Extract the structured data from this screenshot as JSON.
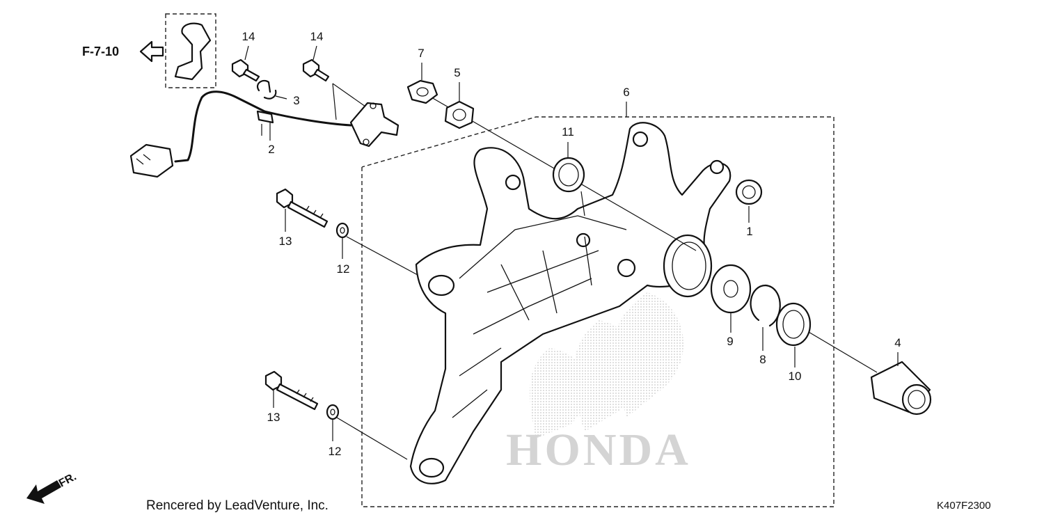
{
  "diagram": {
    "reference_label": "F-7-10",
    "footer_credit": "Rencered by LeadVenture, Inc.",
    "drawing_code": "K407F2300",
    "front_marker": "FR.",
    "watermark": "HONDA",
    "callouts": {
      "c1": "1",
      "c2": "2",
      "c3": "3",
      "c4": "4",
      "c5": "5",
      "c6": "6",
      "c7": "7",
      "c8": "8",
      "c9": "9",
      "c10": "10",
      "c11": "11",
      "c12a": "12",
      "c12b": "12",
      "c13a": "13",
      "c13b": "13",
      "c14a": "14",
      "c14b": "14"
    }
  }
}
